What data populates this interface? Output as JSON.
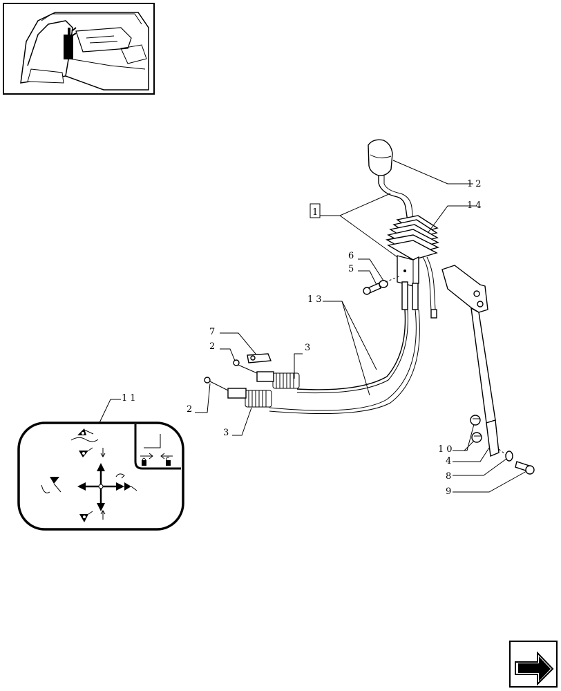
{
  "diagram": {
    "callouts": {
      "c12": "12",
      "c14": "14",
      "c1": "1",
      "c6": "6",
      "c5": "5",
      "c13": "13",
      "c7": "7",
      "c2a": "2",
      "c3a": "3",
      "c2b": "2",
      "c3b": "3",
      "c11": "11",
      "c10": "10",
      "c4": "4",
      "c8": "8",
      "c9": "9"
    }
  },
  "icons": {
    "locator_thumbnail": "tractor-cab-locator-image",
    "nav": "next-page-arrow-icon",
    "decal": "joystick-function-decal"
  }
}
